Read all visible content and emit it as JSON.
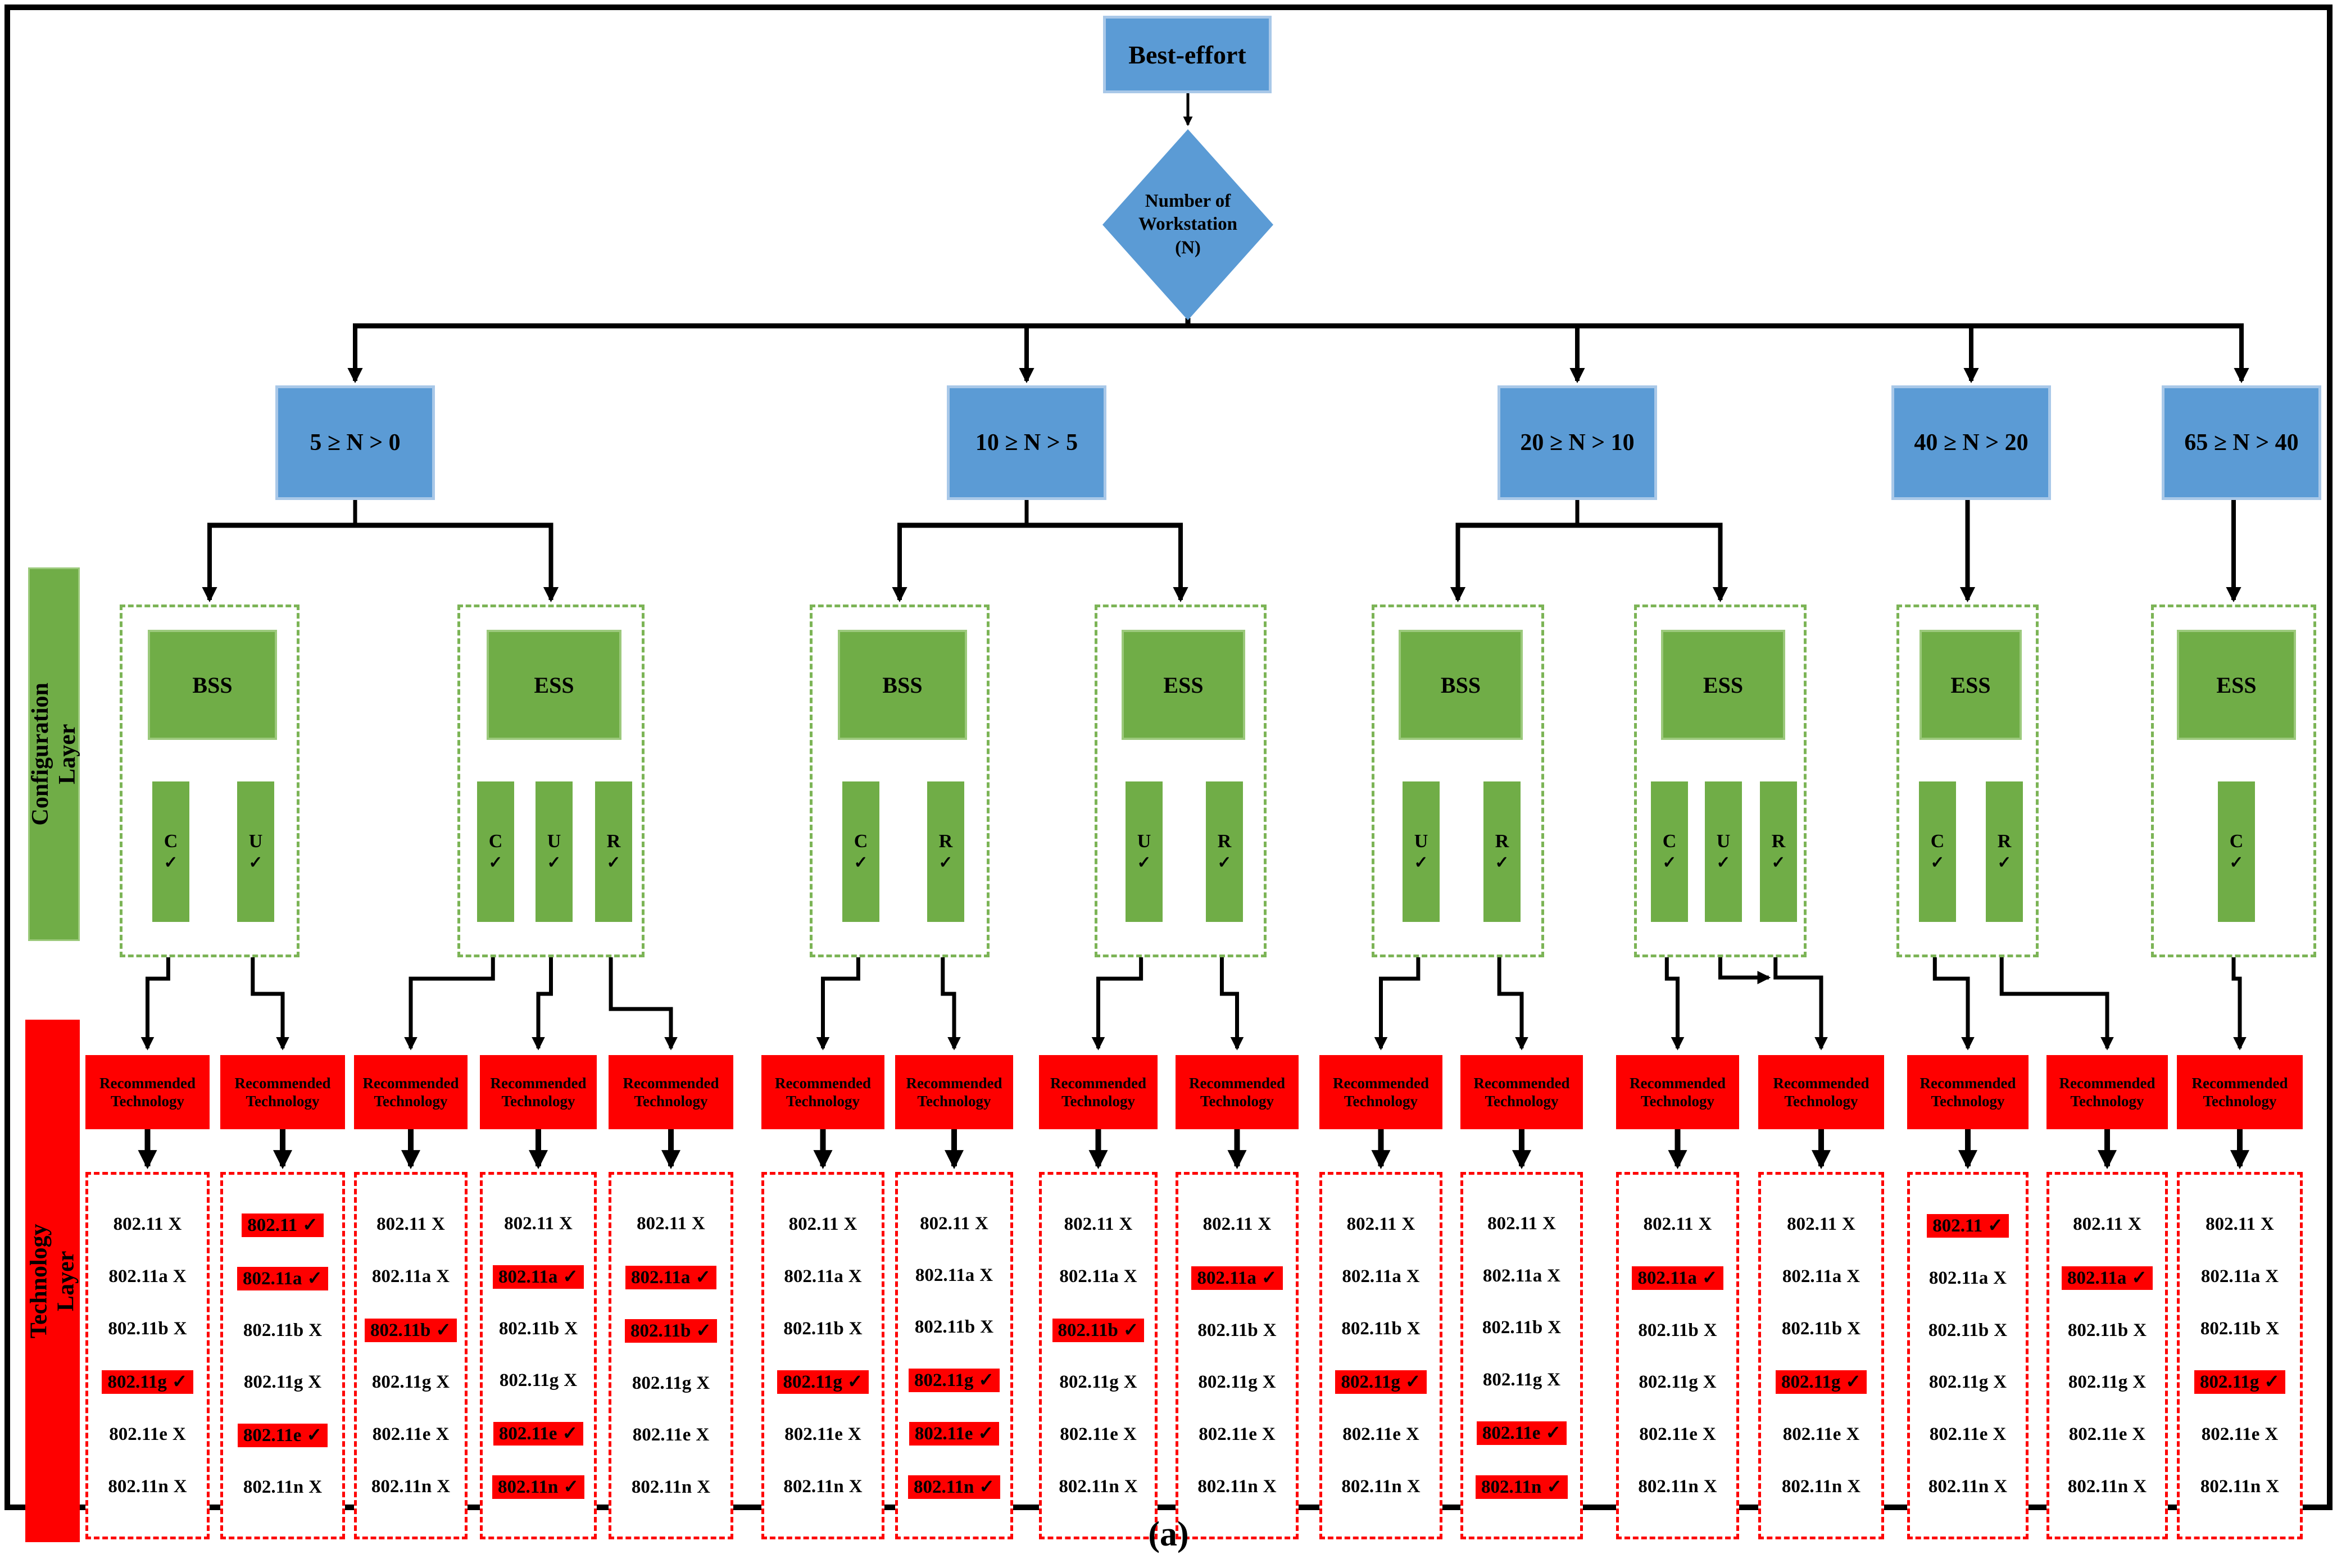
{
  "figure": {
    "root_label": "Best-effort",
    "decision_lines": [
      "Number of",
      "Workstation",
      "(N)"
    ],
    "caption": "(a)"
  },
  "layers": {
    "configuration": [
      "Configuration",
      "Layer"
    ],
    "technology": [
      "Technology",
      "Layer"
    ]
  },
  "recommended_box": [
    "Recommended",
    "Technology"
  ],
  "technologies": [
    "802.11",
    "802.11a",
    "802.11b",
    "802.11g",
    "802.11e",
    "802.11n"
  ],
  "marks": {
    "yes": "✓",
    "no": "X"
  },
  "colors": {
    "node_blue": "#5b9bd5",
    "config_green": "#70ad47",
    "layer_red": "#fe0000",
    "line_black": "#000000"
  },
  "branches": [
    {
      "condition": "5 ≥ N > 0",
      "groups": [
        {
          "type": "BSS",
          "options": [
            "C",
            "U"
          ]
        },
        {
          "type": "ESS",
          "options": [
            "C",
            "U",
            "R"
          ]
        }
      ],
      "columns": [
        {
          "source": "BSS-C",
          "checked": [
            "802.11g"
          ]
        },
        {
          "source": "BSS-U",
          "checked": [
            "802.11",
            "802.11a",
            "802.11e"
          ]
        },
        {
          "source": "ESS-C",
          "checked": [
            "802.11b"
          ]
        },
        {
          "source": "ESS-U",
          "checked": [
            "802.11a",
            "802.11e",
            "802.11n"
          ]
        },
        {
          "source": "ESS-R",
          "checked": [
            "802.11a",
            "802.11b"
          ]
        }
      ]
    },
    {
      "condition": "10 ≥ N > 5",
      "groups": [
        {
          "type": "BSS",
          "options": [
            "C",
            "R"
          ]
        },
        {
          "type": "ESS",
          "options": [
            "U",
            "R"
          ]
        }
      ],
      "columns": [
        {
          "source": "BSS-C",
          "checked": [
            "802.11g"
          ]
        },
        {
          "source": "BSS-R",
          "checked": [
            "802.11g",
            "802.11e",
            "802.11n"
          ]
        },
        {
          "source": "ESS-U",
          "checked": [
            "802.11b"
          ]
        },
        {
          "source": "ESS-R",
          "checked": [
            "802.11a"
          ]
        }
      ]
    },
    {
      "condition": "20 ≥ N > 10",
      "groups": [
        {
          "type": "BSS",
          "options": [
            "U",
            "R"
          ]
        },
        {
          "type": "ESS",
          "options": [
            "C",
            "U",
            "R"
          ]
        }
      ],
      "columns": [
        {
          "source": "BSS-U",
          "checked": [
            "802.11g"
          ]
        },
        {
          "source": "BSS-R",
          "checked": [
            "802.11e",
            "802.11n"
          ]
        },
        {
          "source": "ESS-C",
          "checked": [
            "802.11a"
          ]
        },
        {
          "source": "ESS-U+R",
          "checked": [
            "802.11g"
          ]
        }
      ]
    },
    {
      "condition": "40 ≥ N > 20",
      "groups": [
        {
          "type": "ESS",
          "options": [
            "C",
            "R"
          ]
        }
      ],
      "columns": [
        {
          "source": "ESS-C",
          "checked": [
            "802.11"
          ]
        },
        {
          "source": "ESS-R",
          "checked": [
            "802.11a"
          ]
        }
      ]
    },
    {
      "condition": "65 ≥ N > 40",
      "groups": [
        {
          "type": "ESS",
          "options": [
            "C"
          ]
        }
      ],
      "columns": [
        {
          "source": "ESS-C",
          "checked": [
            "802.11g"
          ]
        }
      ]
    }
  ]
}
